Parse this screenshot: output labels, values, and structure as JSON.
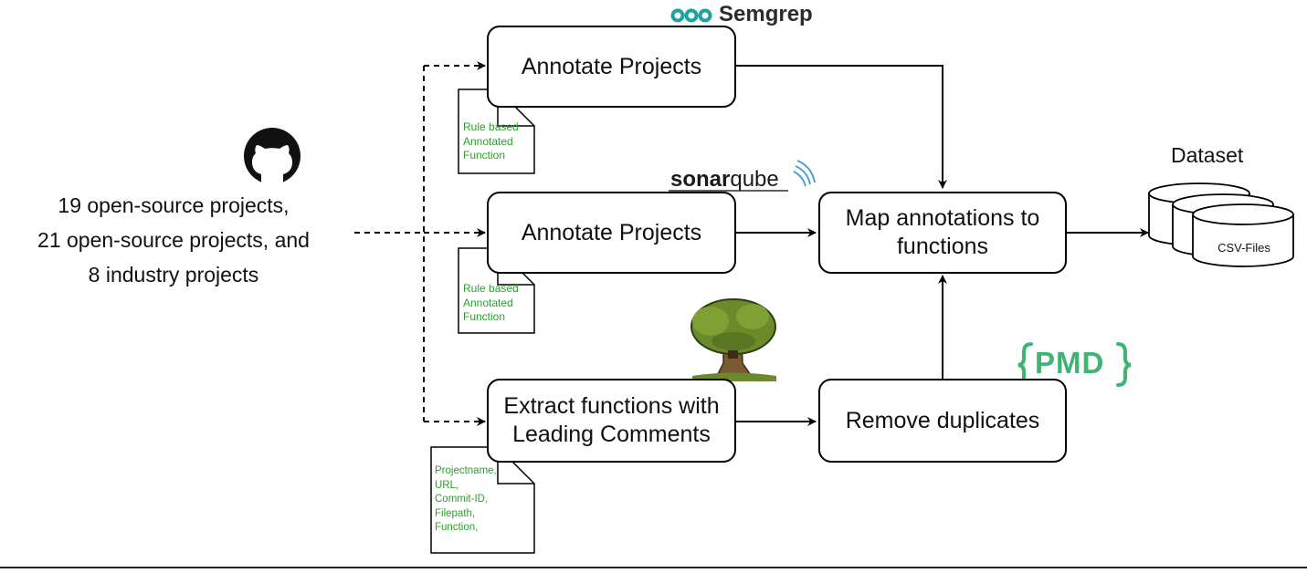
{
  "source": {
    "lines": [
      "19 open-source projects,",
      "21 open-source projects, and",
      "8 industry projects"
    ]
  },
  "steps": {
    "semgrep_annotate": "Annotate Projects",
    "sonar_annotate": "Annotate Projects",
    "extract_line1": "Extract functions with",
    "extract_line2": "Leading Comments",
    "map_line1": "Map annotations to",
    "map_line2": "functions",
    "remove_duplicates": "Remove duplicates"
  },
  "notes": {
    "semgrep": [
      "Rule based",
      "Annotated",
      "Function"
    ],
    "sonar": [
      "Rule based",
      "Annotated",
      "Function"
    ],
    "extract": [
      "Projectname,",
      "URL,",
      "Commit-ID,",
      "Filepath,",
      "Function,"
    ]
  },
  "tools": {
    "semgrep": "Semgrep",
    "sonar_bold": "sonar",
    "sonar_light": "qube",
    "pmd": "PMD"
  },
  "dataset": {
    "title": "Dataset",
    "label": "CSV-Files"
  },
  "colors": {
    "note_text": "#2aa12a",
    "semgrep_teal": "#1aa3a0",
    "sonar_blue": "#4a9fd6",
    "pmd_green": "#3fb574",
    "tree_foliage": "#6b8a2a",
    "tree_trunk": "#7a5a33"
  },
  "icons": [
    "github-icon",
    "semgrep-logo-icon",
    "sonarqube-waves-icon",
    "tree-icon",
    "pmd-brace-icon",
    "database-icon"
  ]
}
